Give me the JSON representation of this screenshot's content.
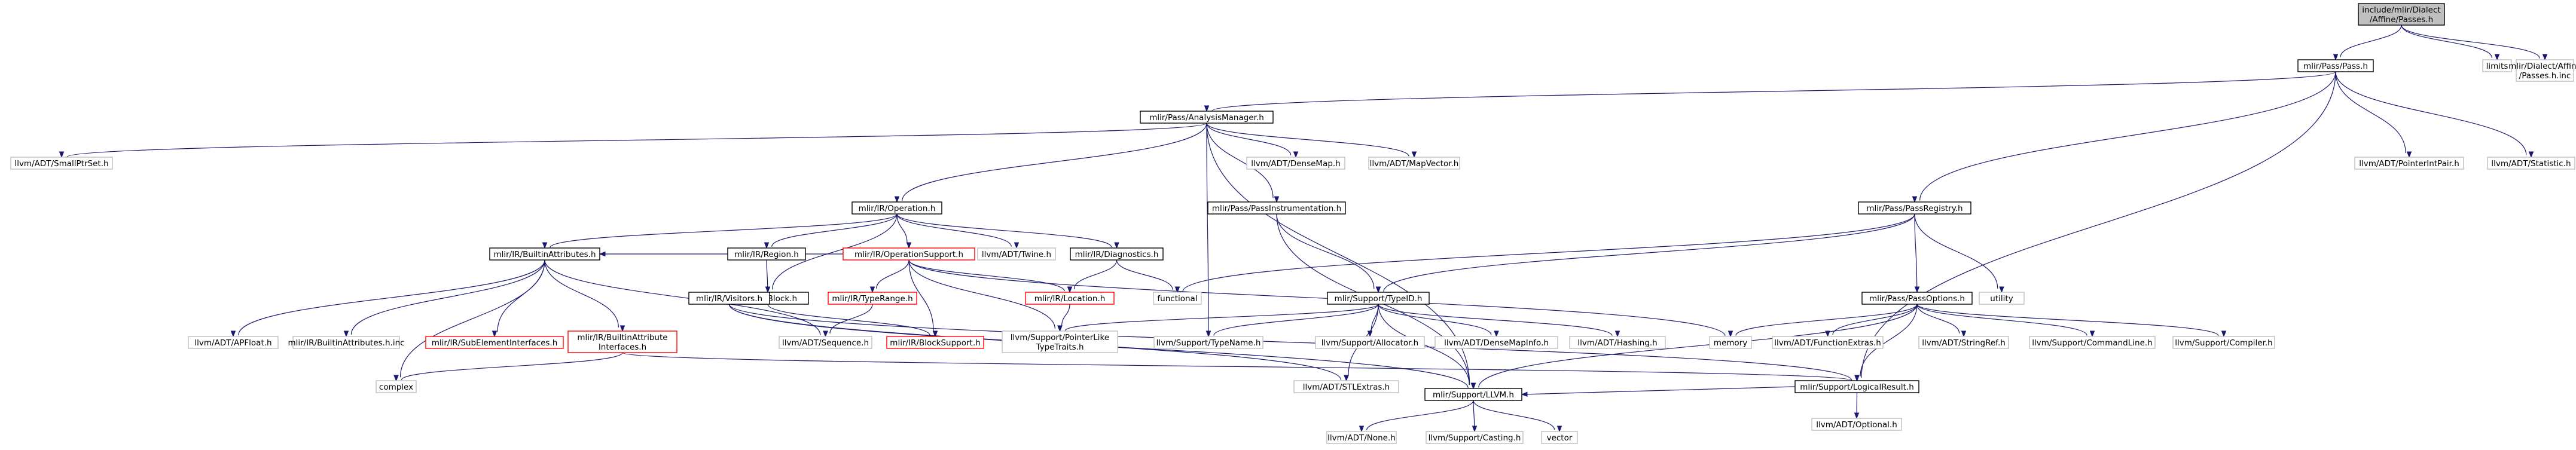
{
  "graph": {
    "title": "",
    "colors": {
      "edge": "#191970",
      "documented_border": "#000000",
      "undocumented_border": "#ff0000",
      "system_border": "#bfbfbf",
      "root_fill": "#bfbfbf",
      "node_fill": "#ffffff"
    },
    "nodes": [
      {
        "id": "n0",
        "lines": [
          "include/mlir/Dialect",
          "/Affine/Passes.h"
        ],
        "style": "root"
      },
      {
        "id": "n1",
        "lines": [
          "mlir/Pass/Pass.h"
        ],
        "style": "documented"
      },
      {
        "id": "n2",
        "lines": [
          "limits"
        ],
        "style": "system"
      },
      {
        "id": "n3",
        "lines": [
          "mlir/Dialect/Affine",
          "/Passes.h.inc"
        ],
        "style": "system"
      },
      {
        "id": "n4",
        "lines": [
          "mlir/Pass/AnalysisManager.h"
        ],
        "style": "documented"
      },
      {
        "id": "n5",
        "lines": [
          "llvm/ADT/PointerIntPair.h"
        ],
        "style": "system"
      },
      {
        "id": "n6",
        "lines": [
          "llvm/ADT/Statistic.h"
        ],
        "style": "system"
      },
      {
        "id": "n7",
        "lines": [
          "llvm/ADT/SmallPtrSet.h"
        ],
        "style": "system"
      },
      {
        "id": "n8",
        "lines": [
          "mlir/IR/Operation.h"
        ],
        "style": "documented"
      },
      {
        "id": "n9",
        "lines": [
          "llvm/ADT/DenseMap.h"
        ],
        "style": "system"
      },
      {
        "id": "n10",
        "lines": [
          "llvm/ADT/MapVector.h"
        ],
        "style": "system"
      },
      {
        "id": "n11",
        "lines": [
          "mlir/IR/Region.h"
        ],
        "style": "documented"
      },
      {
        "id": "n12",
        "lines": [
          "mlir/IR/OperationSupport.h"
        ],
        "style": "undocumented"
      },
      {
        "id": "n13",
        "lines": [
          "llvm/ADT/Twine.h"
        ],
        "style": "system"
      },
      {
        "id": "n14",
        "lines": [
          "mlir/IR/Diagnostics.h"
        ],
        "style": "documented"
      },
      {
        "id": "n15",
        "lines": [
          "mlir/Pass/PassInstrumentation.h"
        ],
        "style": "documented"
      },
      {
        "id": "n16",
        "lines": [
          "mlir/Pass/PassRegistry.h"
        ],
        "style": "documented"
      },
      {
        "id": "n17",
        "lines": [
          "mlir/IR/BuiltinAttributes.h"
        ],
        "style": "documented"
      },
      {
        "id": "n18",
        "lines": [
          "mlir/IR/Block.h"
        ],
        "style": "documented"
      },
      {
        "id": "n19",
        "lines": [
          "mlir/IR/TypeRange.h"
        ],
        "style": "undocumented"
      },
      {
        "id": "n20",
        "lines": [
          "mlir/IR/Location.h"
        ],
        "style": "undocumented"
      },
      {
        "id": "n21",
        "lines": [
          "functional"
        ],
        "style": "system"
      },
      {
        "id": "n22",
        "lines": [
          "mlir/Support/TypeID.h"
        ],
        "style": "documented"
      },
      {
        "id": "n23",
        "lines": [
          "utility"
        ],
        "style": "system"
      },
      {
        "id": "n24",
        "lines": [
          "mlir/Pass/PassOptions.h"
        ],
        "style": "documented"
      },
      {
        "id": "n25",
        "lines": [
          "llvm/ADT/APFloat.h"
        ],
        "style": "system"
      },
      {
        "id": "n26",
        "lines": [
          "mlir/IR/BuiltinAttributes.h.inc"
        ],
        "style": "system"
      },
      {
        "id": "n27",
        "lines": [
          "mlir/IR/SubElementInterfaces.h"
        ],
        "style": "undocumented"
      },
      {
        "id": "n28",
        "lines": [
          "mlir/IR/BuiltinAttribute",
          "Interfaces.h"
        ],
        "style": "undocumented"
      },
      {
        "id": "n29",
        "lines": [
          "llvm/ADT/Sequence.h"
        ],
        "style": "system"
      },
      {
        "id": "n30",
        "lines": [
          "mlir/IR/BlockSupport.h"
        ],
        "style": "undocumented"
      },
      {
        "id": "n31",
        "lines": [
          "llvm/Support/PointerLike",
          "TypeTraits.h"
        ],
        "style": "system"
      },
      {
        "id": "n32",
        "lines": [
          "llvm/Support/TypeName.h"
        ],
        "style": "system"
      },
      {
        "id": "n33",
        "lines": [
          "llvm/Support/Allocator.h"
        ],
        "style": "system"
      },
      {
        "id": "n34",
        "lines": [
          "llvm/ADT/DenseMapInfo.h"
        ],
        "style": "system"
      },
      {
        "id": "n35",
        "lines": [
          "llvm/ADT/Hashing.h"
        ],
        "style": "system"
      },
      {
        "id": "n36",
        "lines": [
          "memory"
        ],
        "style": "system"
      },
      {
        "id": "n37",
        "lines": [
          "llvm/ADT/FunctionExtras.h"
        ],
        "style": "system"
      },
      {
        "id": "n38",
        "lines": [
          "llvm/ADT/StringRef.h"
        ],
        "style": "system"
      },
      {
        "id": "n39",
        "lines": [
          "llvm/Support/CommandLine.h"
        ],
        "style": "system"
      },
      {
        "id": "n40",
        "lines": [
          "llvm/Support/Compiler.h"
        ],
        "style": "system"
      },
      {
        "id": "n41",
        "lines": [
          "mlir/IR/Visitors.h"
        ],
        "style": "documented"
      },
      {
        "id": "n42",
        "lines": [
          "complex"
        ],
        "style": "system"
      },
      {
        "id": "n43",
        "lines": [
          "llvm/ADT/STLExtras.h"
        ],
        "style": "system"
      },
      {
        "id": "n44",
        "lines": [
          "mlir/Support/LogicalResult.h"
        ],
        "style": "documented"
      },
      {
        "id": "n45",
        "lines": [
          "llvm/ADT/Optional.h"
        ],
        "style": "system"
      },
      {
        "id": "n46",
        "lines": [
          "mlir/Support/LLVM.h"
        ],
        "style": "documented"
      },
      {
        "id": "n47",
        "lines": [
          "llvm/ADT/None.h"
        ],
        "style": "system"
      },
      {
        "id": "n48",
        "lines": [
          "llvm/Support/Casting.h"
        ],
        "style": "system"
      },
      {
        "id": "n49",
        "lines": [
          "vector"
        ],
        "style": "system"
      }
    ],
    "edges": [
      [
        "n0",
        "n1"
      ],
      [
        "n0",
        "n2"
      ],
      [
        "n0",
        "n3"
      ],
      [
        "n1",
        "n4"
      ],
      [
        "n1",
        "n5"
      ],
      [
        "n1",
        "n6"
      ],
      [
        "n1",
        "n16"
      ],
      [
        "n1",
        "n44"
      ],
      [
        "n4",
        "n7"
      ],
      [
        "n4",
        "n8"
      ],
      [
        "n4",
        "n9"
      ],
      [
        "n4",
        "n10"
      ],
      [
        "n4",
        "n15"
      ],
      [
        "n4",
        "n32"
      ],
      [
        "n4",
        "n46"
      ],
      [
        "n8",
        "n11"
      ],
      [
        "n8",
        "n12"
      ],
      [
        "n8",
        "n13"
      ],
      [
        "n8",
        "n14"
      ],
      [
        "n8",
        "n17"
      ],
      [
        "n8",
        "n18"
      ],
      [
        "n11",
        "n18"
      ],
      [
        "n12",
        "n17"
      ],
      [
        "n12",
        "n19"
      ],
      [
        "n12",
        "n20"
      ],
      [
        "n12",
        "n30"
      ],
      [
        "n12",
        "n31"
      ],
      [
        "n12",
        "n36"
      ],
      [
        "n14",
        "n20"
      ],
      [
        "n14",
        "n21"
      ],
      [
        "n15",
        "n22"
      ],
      [
        "n15",
        "n46"
      ],
      [
        "n16",
        "n21"
      ],
      [
        "n16",
        "n22"
      ],
      [
        "n16",
        "n23"
      ],
      [
        "n16",
        "n24"
      ],
      [
        "n17",
        "n25"
      ],
      [
        "n17",
        "n26"
      ],
      [
        "n17",
        "n27"
      ],
      [
        "n17",
        "n28"
      ],
      [
        "n17",
        "n29"
      ],
      [
        "n17",
        "n42"
      ],
      [
        "n18",
        "n41"
      ],
      [
        "n18",
        "n30"
      ],
      [
        "n19",
        "n29"
      ],
      [
        "n20",
        "n31"
      ],
      [
        "n22",
        "n31"
      ],
      [
        "n22",
        "n32"
      ],
      [
        "n22",
        "n33"
      ],
      [
        "n22",
        "n34"
      ],
      [
        "n22",
        "n35"
      ],
      [
        "n22",
        "n43"
      ],
      [
        "n22",
        "n46"
      ],
      [
        "n24",
        "n36"
      ],
      [
        "n24",
        "n37"
      ],
      [
        "n24",
        "n38"
      ],
      [
        "n24",
        "n39"
      ],
      [
        "n24",
        "n40"
      ],
      [
        "n24",
        "n44"
      ],
      [
        "n24",
        "n46"
      ],
      [
        "n28",
        "n42"
      ],
      [
        "n28",
        "n44"
      ],
      [
        "n41",
        "n43"
      ],
      [
        "n41",
        "n44"
      ],
      [
        "n41",
        "n46"
      ],
      [
        "n44",
        "n45"
      ],
      [
        "n44",
        "n46"
      ],
      [
        "n46",
        "n47"
      ],
      [
        "n46",
        "n48"
      ],
      [
        "n46",
        "n49"
      ]
    ]
  }
}
